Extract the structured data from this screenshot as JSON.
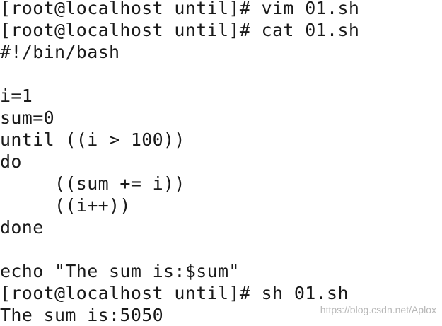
{
  "terminal": {
    "lines": [
      "[root@localhost until]# vim 01.sh",
      "[root@localhost until]# cat 01.sh",
      "#!/bin/bash",
      "",
      "i=1",
      "sum=0",
      "until ((i > 100))",
      "do",
      "     ((sum += i))",
      "     ((i++))",
      "done",
      "",
      "echo \"The sum is:$sum\"",
      "[root@localhost until]# sh 01.sh",
      "The sum is:5050"
    ]
  },
  "watermark": "https://blog.csdn.net/Aplox"
}
